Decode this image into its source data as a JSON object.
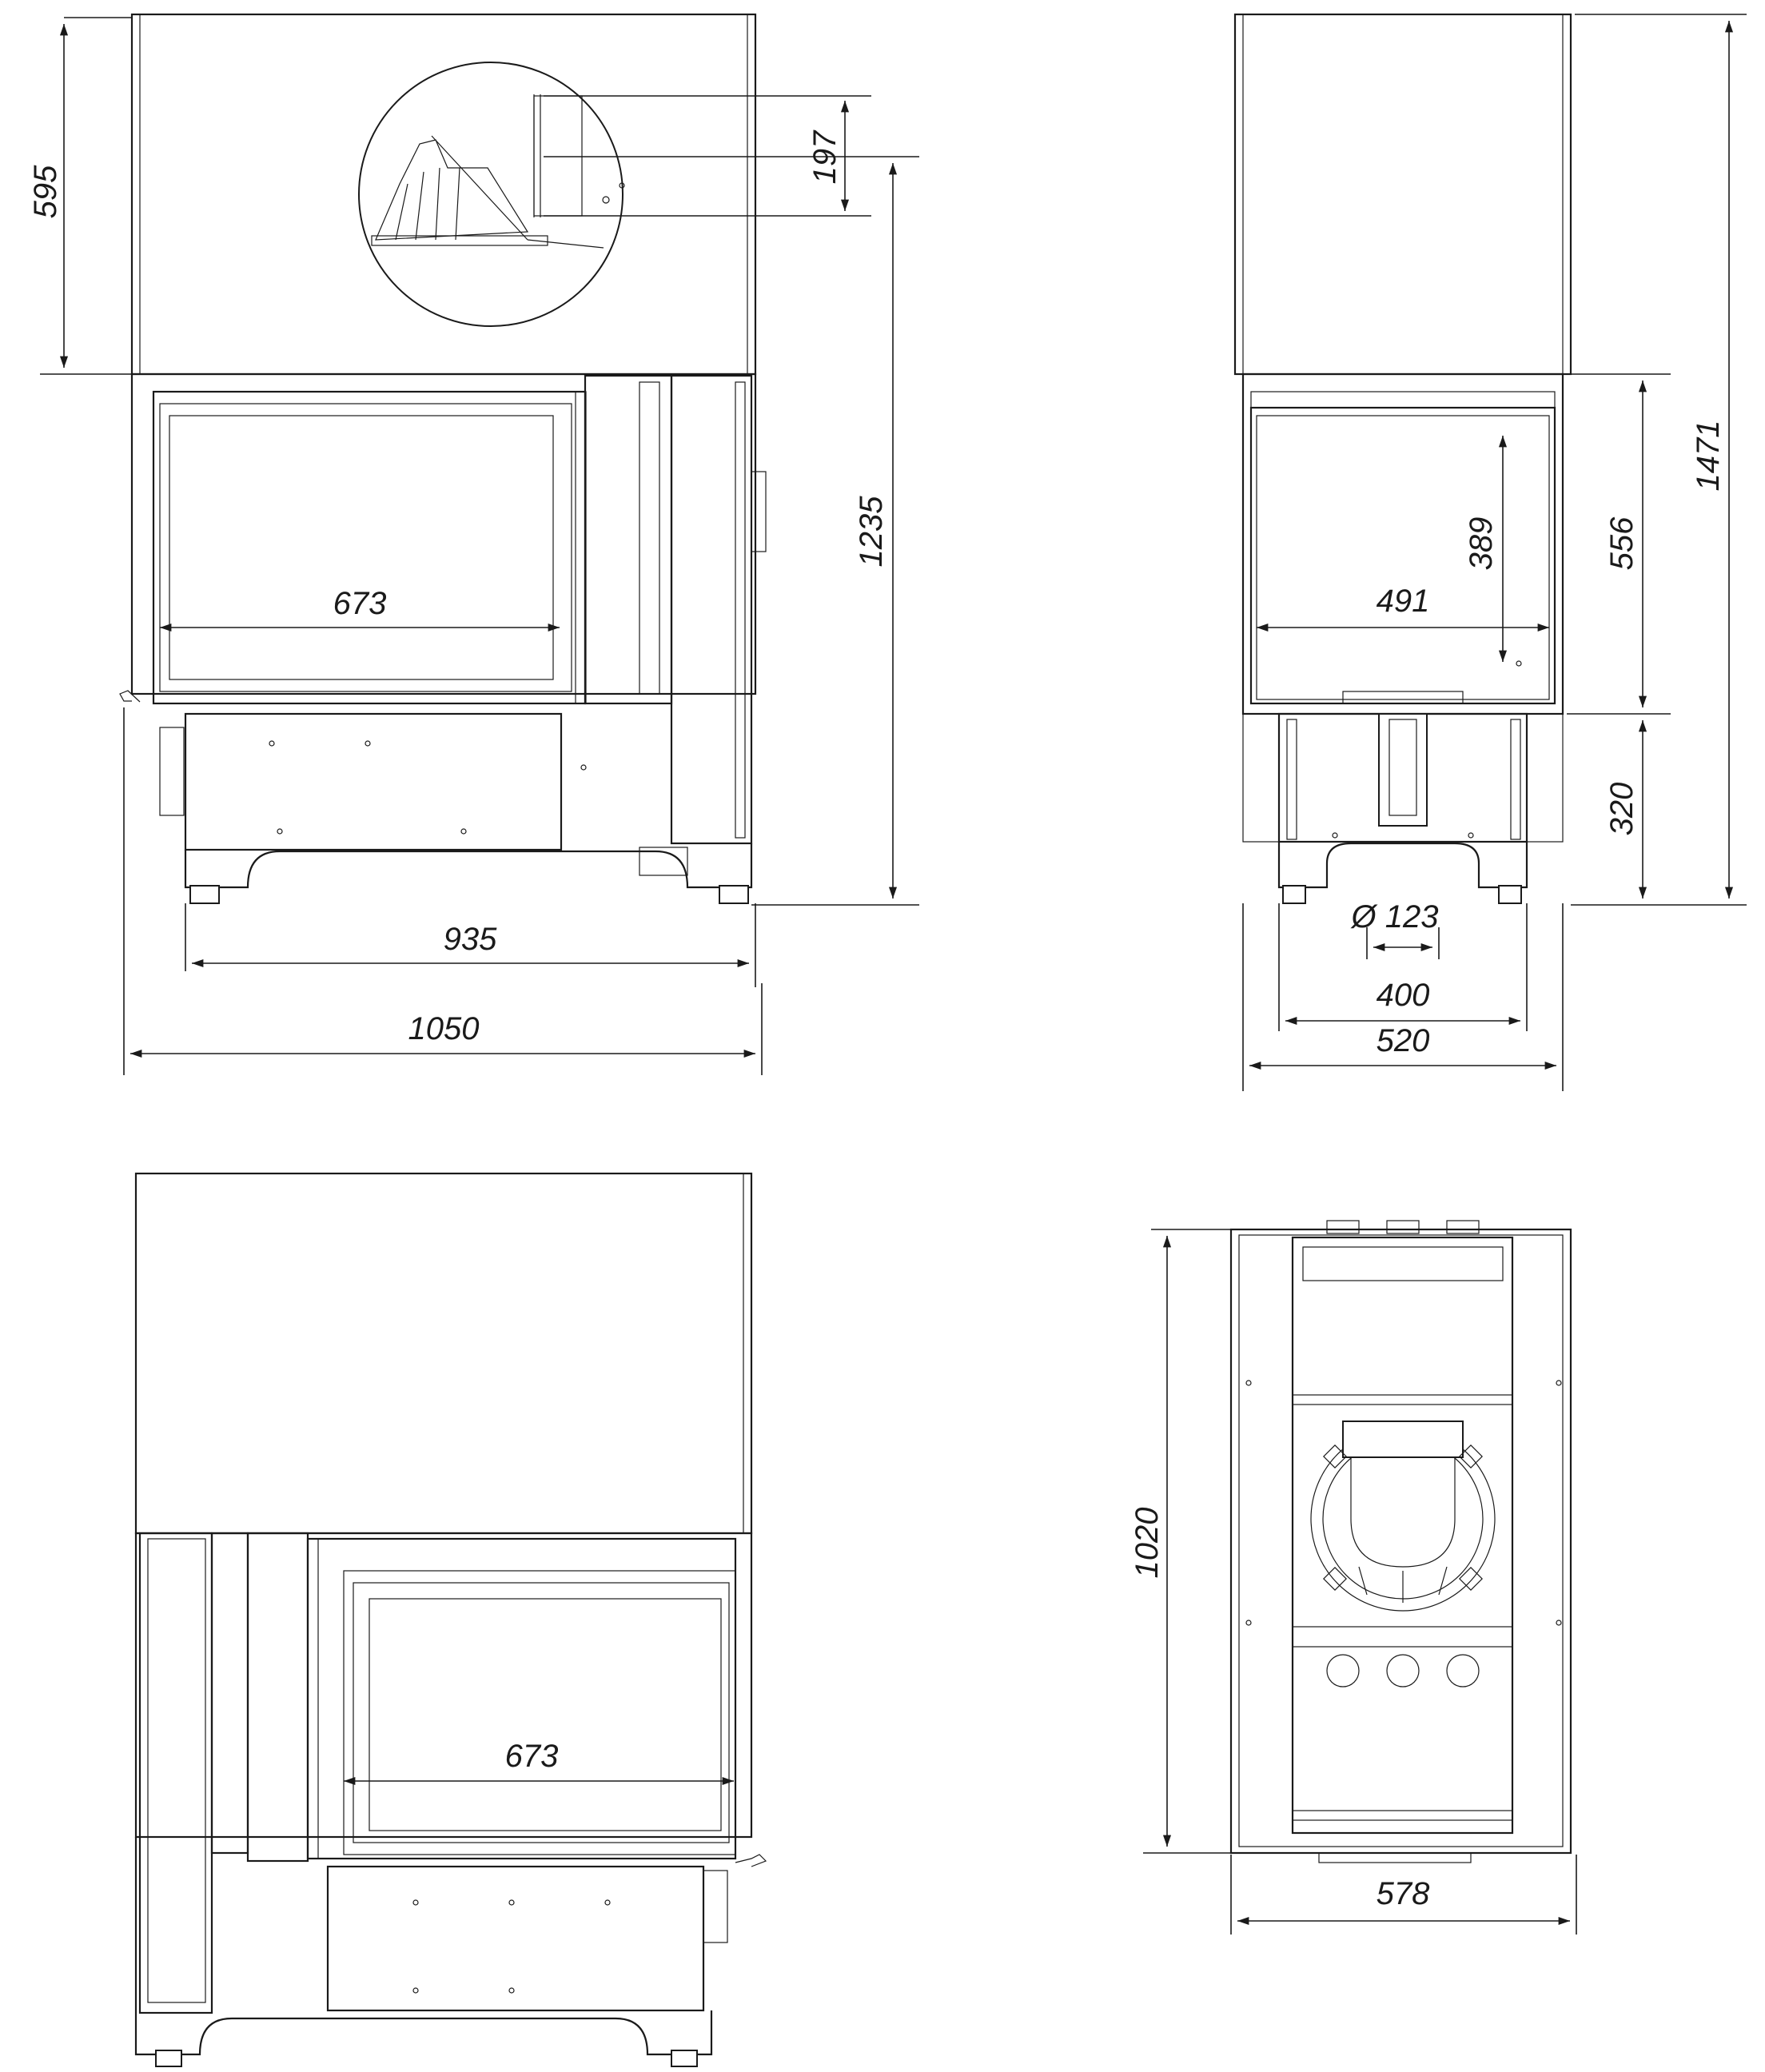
{
  "dimensions": {
    "front": {
      "top_height": "595",
      "flue_offset": "197",
      "total_height": "1235",
      "glass_width": "673",
      "base_width": "935",
      "total_width": "1050"
    },
    "side": {
      "total_height": "1471",
      "glass_height": "389",
      "glass_width": "491",
      "firebox_height": "556",
      "base_height": "320",
      "air_inlet": "Ø 123",
      "base_width": "400",
      "total_width": "520"
    },
    "rear": {
      "glass_width": "673"
    },
    "plan": {
      "depth": "1020",
      "width": "578"
    }
  }
}
